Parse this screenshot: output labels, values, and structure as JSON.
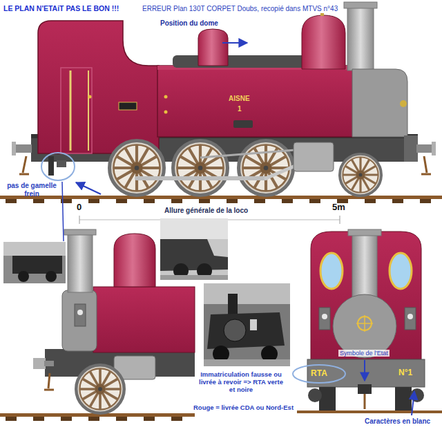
{
  "diagram": {
    "title": "LE PLAN N'ETAiT PAS LE BON !!!",
    "nodes": [
      {
        "text": [
          "RTA"
        ]
      }
    ],
    "labels": [
      "ERREUR Plan 130T CORPET Doubs, recopié dans MTVS n°43",
      "Position du dome",
      "AISNE",
      "1",
      "pas de gamelle frein",
      "0",
      "5m",
      "Allure générale de la loco",
      "Symbole de l'Etat",
      "Immatriculation fausse ou livrée à revoir => RTA verte et noire",
      "Rouge = livrée CDA ou Nord-Est",
      "N°1",
      "Caractères en blanc"
    ]
  }
}
